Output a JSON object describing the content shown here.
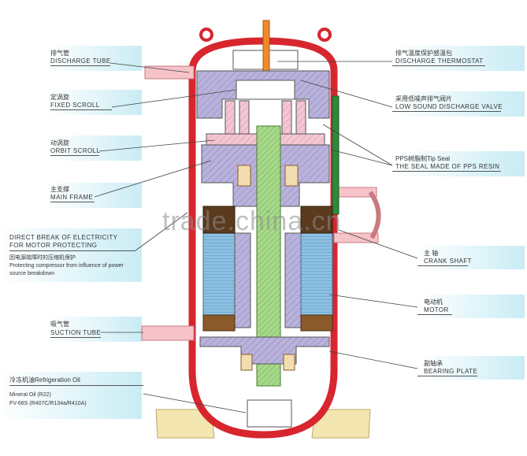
{
  "title": "",
  "labels_left": {
    "discharge_tube": {
      "cn": "排气管",
      "en": "DISCHARGE TUBE"
    },
    "fixed_scroll": {
      "cn": "定涡旋",
      "en": "FIXED SCROLL"
    },
    "orbit_scroll": {
      "cn": "动涡旋",
      "en": "ORBIT SCROLL"
    },
    "main_frame": {
      "cn": "主支撑",
      "en": "MAIN FRAME"
    },
    "direct_break": {
      "en_line1": "DIRECT BREAK OF ELECTRICITY",
      "en_line2": "FOR MOTOR PROTECTING",
      "cn": "因电源故障时的压缩机保护",
      "desc_line1": "Protecting compressor from influence of power",
      "desc_line2": "source breakdown"
    },
    "suction_tube": {
      "cn": "吸气管",
      "en": "SUCTION TUBE"
    },
    "refrigeration_oil": {
      "title": "冷冻机油Refrigeration Oil",
      "line1": "Mineral Oil  (R22)",
      "line2": "FV-68S  (R407C/R134a/R410A)"
    }
  },
  "labels_right": {
    "discharge_thermostat": {
      "cn": "排气温度保护感温包",
      "en": "DISCHARGE THERMOSTAT"
    },
    "discharge_valve": {
      "cn": "采用低噪声排气阀片",
      "en": "LOW SOUND DISCHARGE VALVE"
    },
    "tip_seal": {
      "cn": "PPS树脂制Tip Seal",
      "en": "THE SEAL MADE OF PPS RESIN"
    },
    "crank_shaft": {
      "cn": "主 轴",
      "en": "CRANK SHAFT"
    },
    "motor": {
      "cn": "电动机",
      "en": "MOTOR"
    },
    "bearing_plate": {
      "cn": "副轴承",
      "en": "BEARING PLATE"
    }
  },
  "watermark": "trade.china.cn",
  "colors": {
    "shell": "#d7262e",
    "scroll": "#b9b2dc",
    "pink": "#f1b6c8",
    "shaft": "#9ad27a",
    "stator": "#7fb6dc",
    "tube": "#f6c3c8",
    "label_bg": "#c9ecf5",
    "copper": "#8b5a2b"
  }
}
